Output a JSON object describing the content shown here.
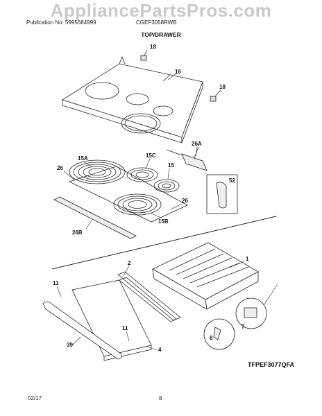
{
  "watermark": "AppliancePartsPros.com",
  "header": {
    "publication": "Publication No: 5995684999",
    "model": "CGEF3058RWB"
  },
  "section_title": "TOP/DRAWER",
  "figure_code": "TFPEF3077QFA",
  "footer": {
    "date": "02/17",
    "page": "8"
  },
  "callouts": {
    "c18a": "18",
    "c16": "16",
    "c18b": "18",
    "c26a": "26A",
    "c15a": "15A",
    "c15c": "15C",
    "c15": "15",
    "c26": "26",
    "c52": "52",
    "c26r": "26",
    "c15b": "15B",
    "c26b": "26B",
    "c1": "1",
    "c2": "2",
    "c11a": "11",
    "c11b": "11",
    "c7": "7",
    "c8": "8",
    "c39": "39",
    "c4": "4"
  }
}
